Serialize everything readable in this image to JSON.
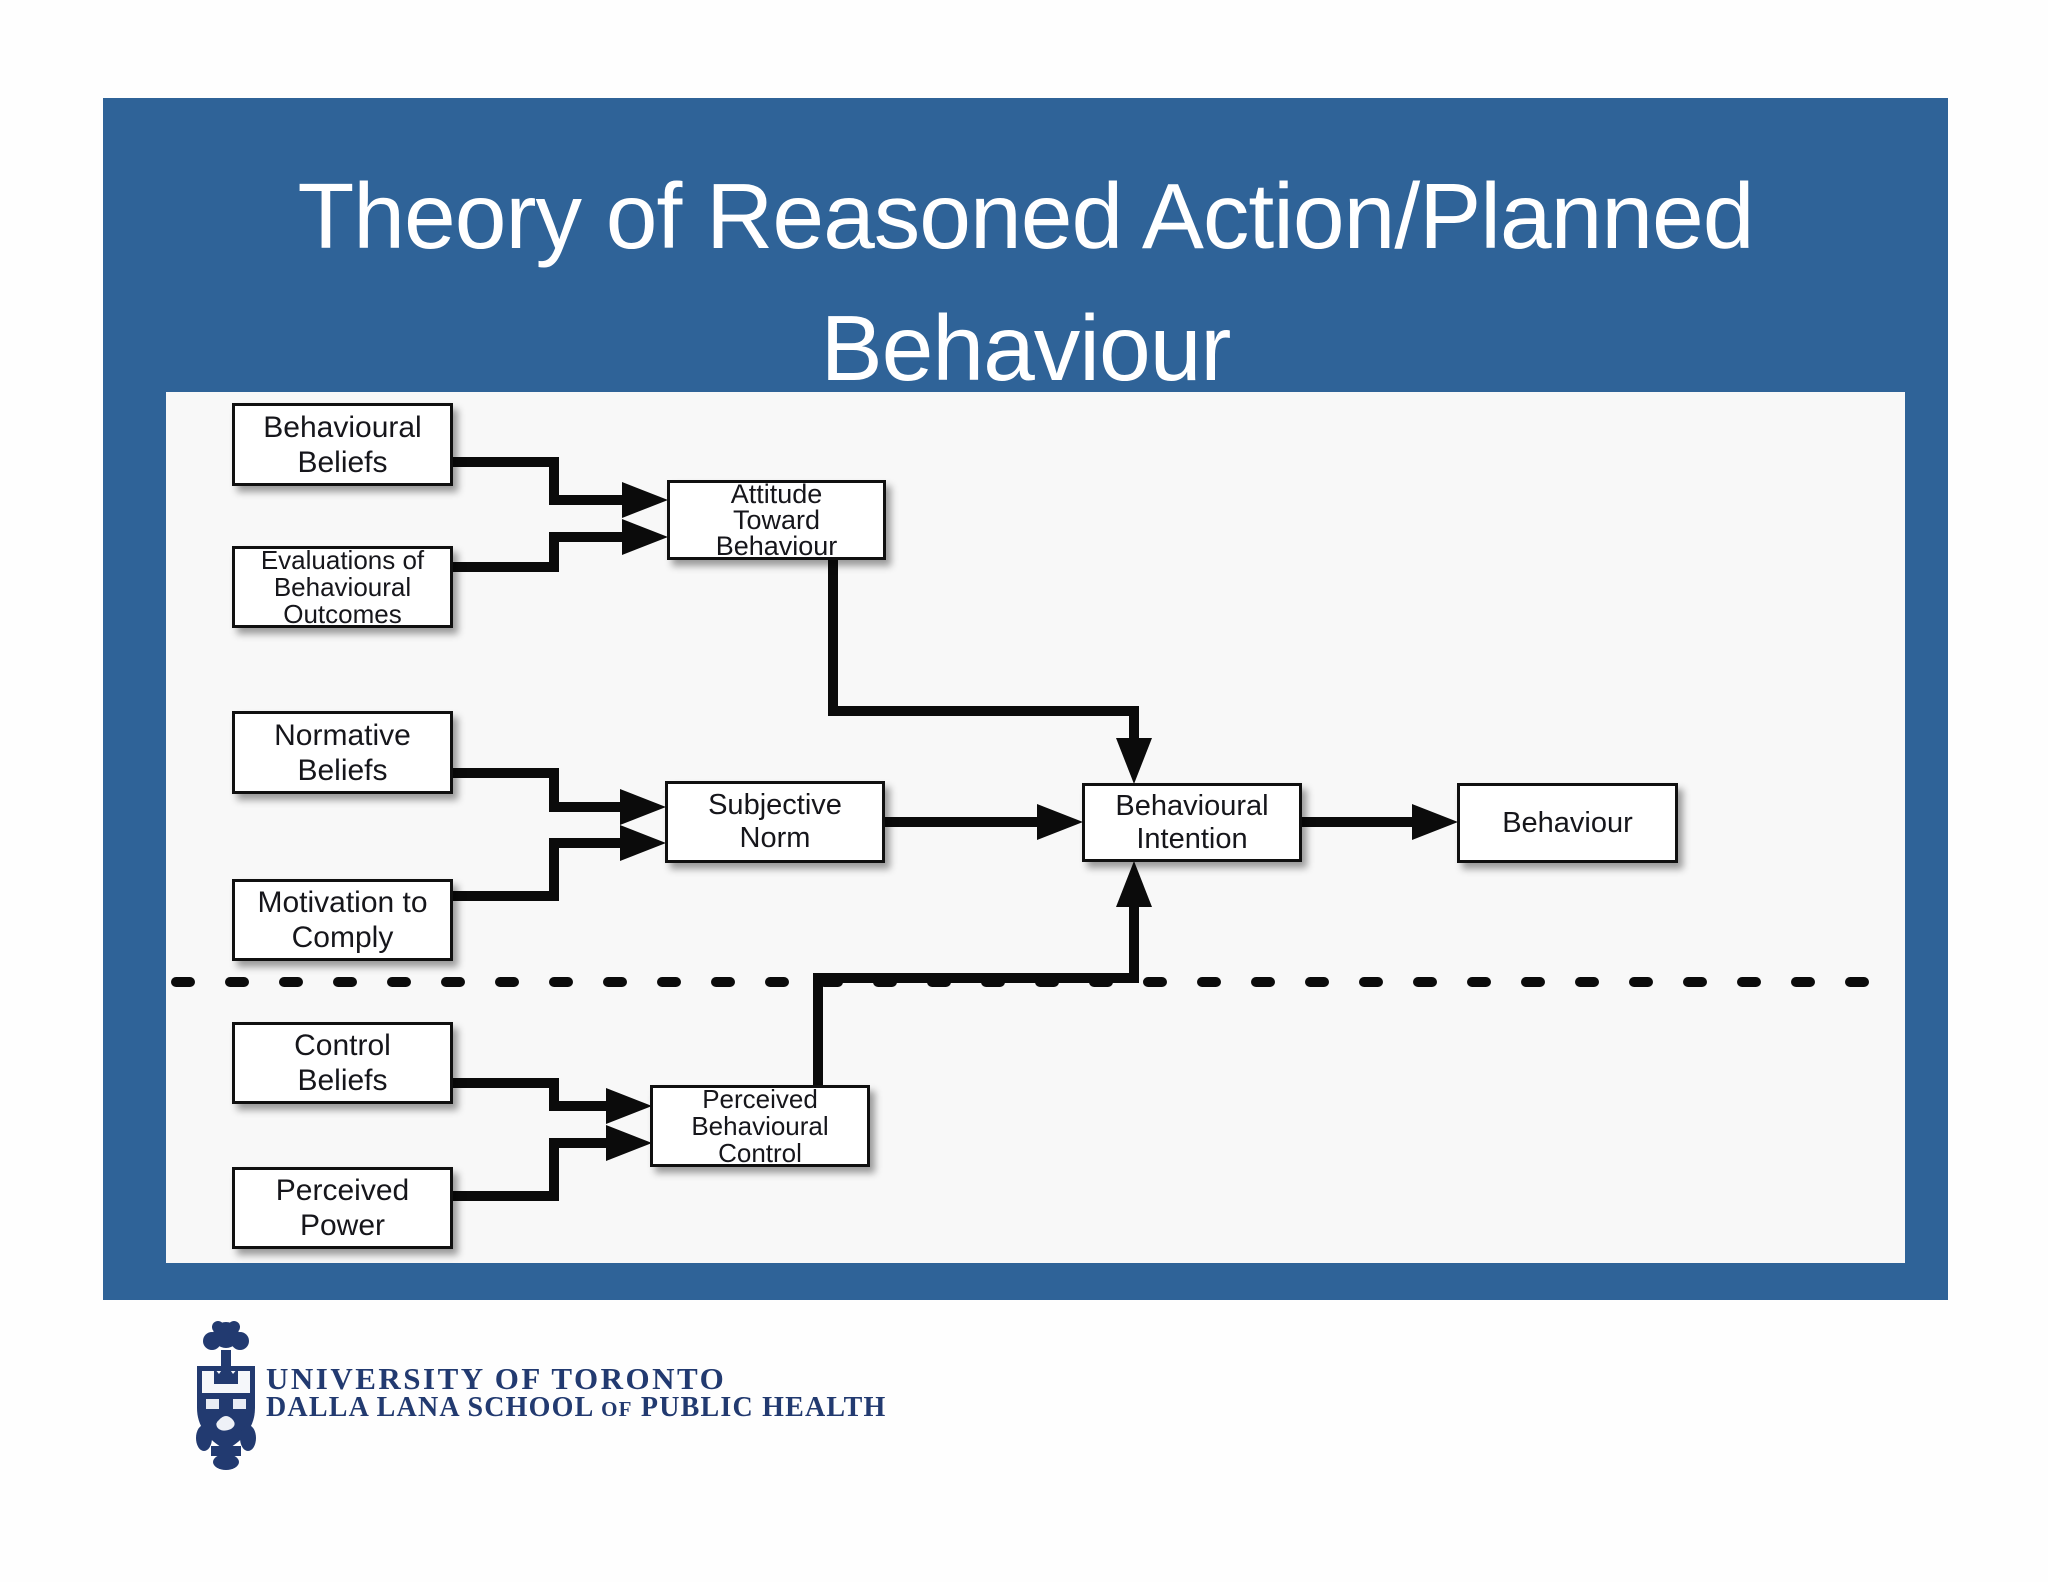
{
  "slide": {
    "title_line1": "Theory of Reasoned Action/Planned",
    "title_line2": "Behaviour"
  },
  "diagram": {
    "type": "flowchart",
    "divider_style": "horizontal-dashed-line",
    "nodes": [
      {
        "id": "behavioural-beliefs",
        "label": "Behavioural\nBeliefs"
      },
      {
        "id": "evaluations-of-behavioural-outcomes",
        "label": "Evaluations of\nBehavioural\nOutcomes"
      },
      {
        "id": "attitude-toward-behaviour",
        "label": "Attitude\nToward\nBehaviour"
      },
      {
        "id": "normative-beliefs",
        "label": "Normative\nBeliefs"
      },
      {
        "id": "motivation-to-comply",
        "label": "Motivation to\nComply"
      },
      {
        "id": "subjective-norm",
        "label": "Subjective\nNorm"
      },
      {
        "id": "behavioural-intention",
        "label": "Behavioural\nIntention"
      },
      {
        "id": "behaviour",
        "label": "Behaviour"
      },
      {
        "id": "control-beliefs",
        "label": "Control\nBeliefs"
      },
      {
        "id": "perceived-power",
        "label": "Perceived\nPower"
      },
      {
        "id": "perceived-behavioural-control",
        "label": "Perceived\nBehavioural\nControl"
      }
    ],
    "edges": [
      {
        "from": "behavioural-beliefs",
        "to": "attitude-toward-behaviour"
      },
      {
        "from": "evaluations-of-behavioural-outcomes",
        "to": "attitude-toward-behaviour"
      },
      {
        "from": "normative-beliefs",
        "to": "subjective-norm"
      },
      {
        "from": "motivation-to-comply",
        "to": "subjective-norm"
      },
      {
        "from": "control-beliefs",
        "to": "perceived-behavioural-control"
      },
      {
        "from": "perceived-power",
        "to": "perceived-behavioural-control"
      },
      {
        "from": "attitude-toward-behaviour",
        "to": "behavioural-intention"
      },
      {
        "from": "subjective-norm",
        "to": "behavioural-intention"
      },
      {
        "from": "perceived-behavioural-control",
        "to": "behavioural-intention"
      },
      {
        "from": "behavioural-intention",
        "to": "behaviour"
      }
    ]
  },
  "footer": {
    "crest_icon": "university-of-toronto-crest",
    "org_line1": "UNIVERSITY OF TORONTO",
    "org_line2_part1": "DALLA LANA SCHOOL",
    "org_line2_of": "OF",
    "org_line2_part2": "PUBLIC HEALTH"
  },
  "colors": {
    "slide_blue": "#2f6398",
    "panel_bg": "#f8f8f8",
    "box_border": "#101010",
    "box_text": "#16161b",
    "connector_black": "#0b0b0b",
    "footer_navy": "#223a70",
    "title_white": "#ffffff"
  }
}
